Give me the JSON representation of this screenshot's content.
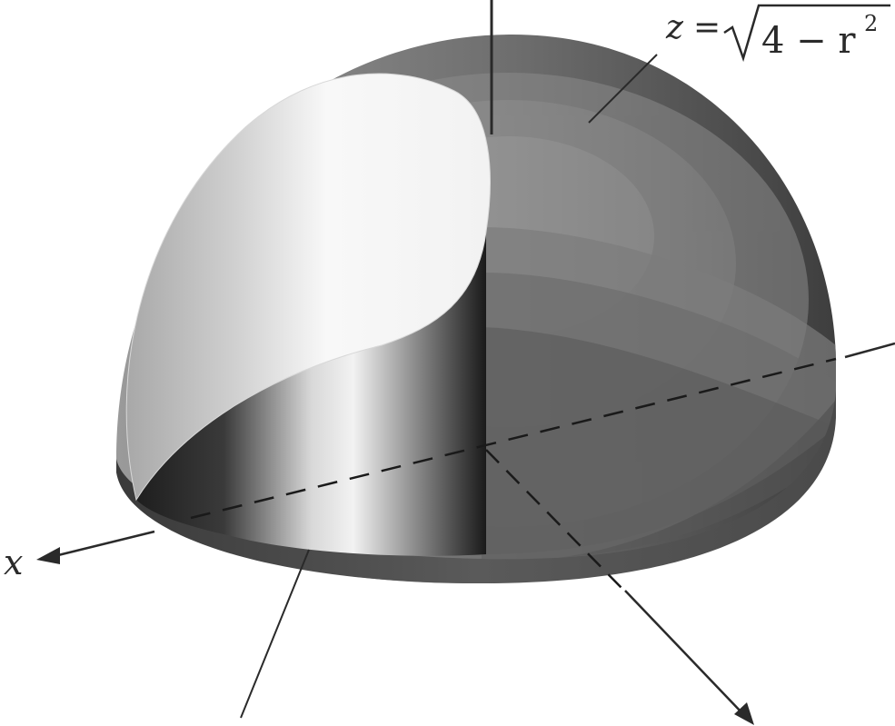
{
  "figure": {
    "surface_equation": {
      "lhs": "z",
      "eq": "=",
      "radicand": "4 − r",
      "exponent": "2"
    },
    "axes": {
      "x_label": "x"
    },
    "colors": {
      "ink": "#2a2a2a",
      "hemisphere_light": "#b8b8b8",
      "hemisphere_dark": "#4a4a4a",
      "cylinder_top": "#f4f4f4",
      "cylinder_wall": "#3a3a3a"
    },
    "icons": [
      "x-axis-arrow",
      "y-axis-arrow",
      "z-axis-line",
      "leader-line"
    ]
  }
}
